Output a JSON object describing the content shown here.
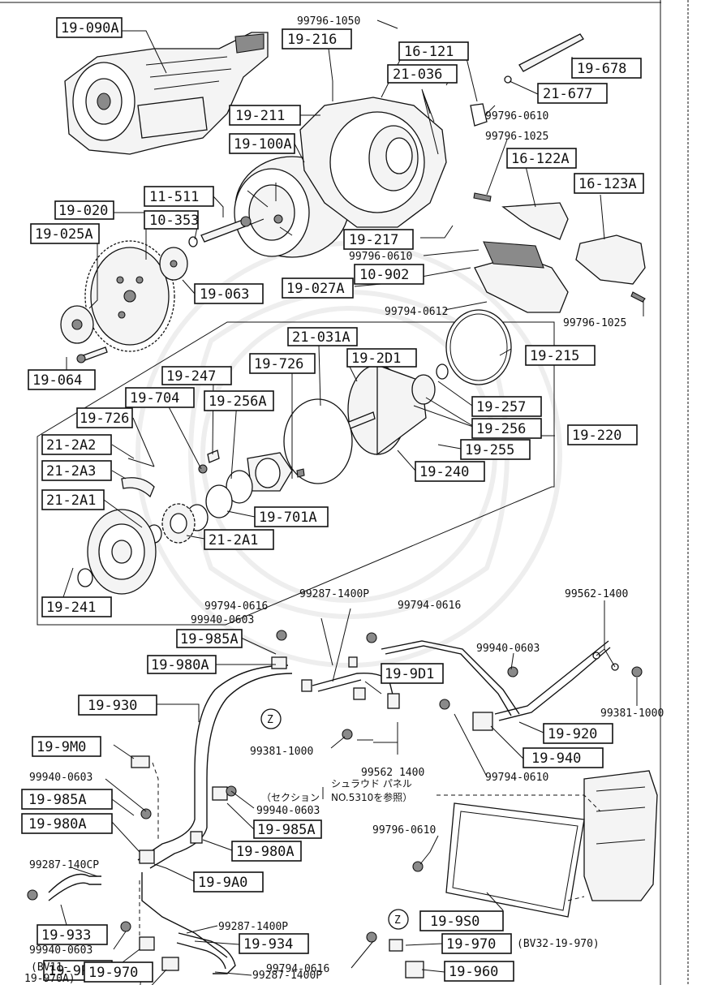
{
  "boxed_labels": [
    "19-090A",
    "19-216",
    "16-121",
    "21-036",
    "19-678",
    "21-677",
    "19-211",
    "19-100A",
    "16-122A",
    "16-123A",
    "11-511",
    "10-353",
    "19-020",
    "19-025A",
    "19-217",
    "19-063",
    "10-902",
    "19-027A",
    "21-031A",
    "19-2D1",
    "19-215",
    "19-247",
    "19-726",
    "19-704",
    "19-256A",
    "19-257",
    "19-726",
    "19-256",
    "19-220",
    "21-2A2",
    "19-255",
    "21-2A3",
    "19-240",
    "21-2A1",
    "19-701A",
    "21-2A1",
    "19-241",
    "19-985A",
    "19-980A",
    "19-9D1",
    "19-930",
    "19-920",
    "19-9M0",
    "19-940",
    "19-985A",
    "19-985A",
    "19-980A",
    "19-980A",
    "19-9A0",
    "19-9S0",
    "19-933",
    "19-934",
    "19-970",
    "19-9R0",
    "19-970",
    "19-960",
    "19-064"
  ],
  "part_numbers": [
    "99796-1050",
    "99796-0610",
    "99796-1025",
    "99796-0610",
    "99794-0612",
    "99796-1025",
    "99794-0616",
    "99287-1400P",
    "99794-0616",
    "99562-1400",
    "99940-0603",
    "99940-0603",
    "99381-1000",
    "99381-1000",
    "99562 1400",
    "99794-0610",
    "99940-0603",
    "99940-0603",
    "99796-0610",
    "99287-140CP",
    "99287-1400P",
    "99940-0603",
    "99794-0616",
    "99287-1400P"
  ],
  "notes": {
    "section_ref_1": "（セクション",
    "section_ref_2": "シュラウド パネル",
    "section_ref_3": "NO.5310を参照）",
    "bv32": "(BV32-19-970)",
    "bv11_1": "(BV11-",
    "bv11_2": "19-970A)",
    "z_marker": "Z"
  }
}
